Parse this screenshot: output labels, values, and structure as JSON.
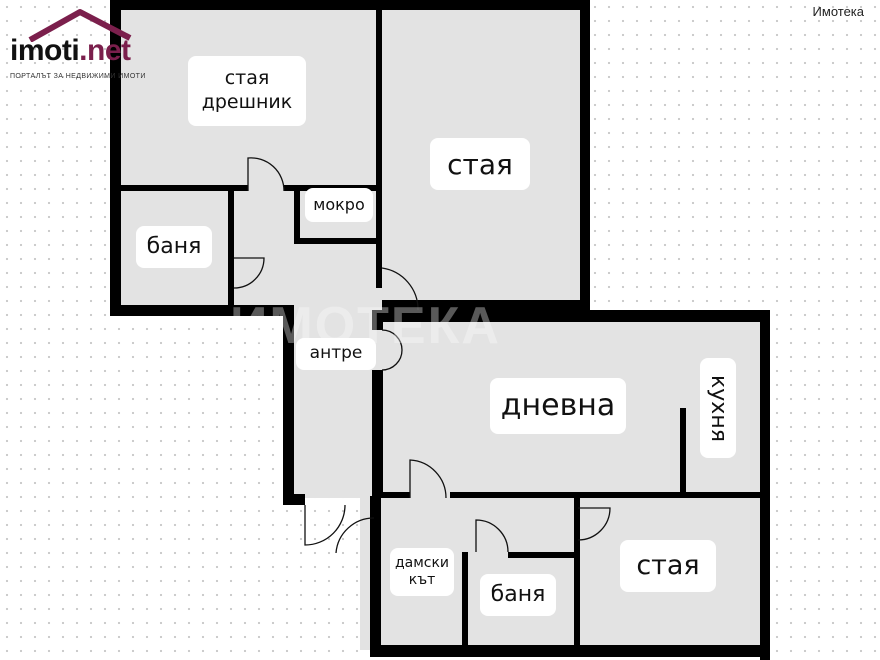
{
  "header": {
    "logo_text_main": "imoti",
    "logo_text_dot": ".net",
    "logo_subtitle": "ПОРТАЛЪТ ЗА НЕДВИЖИМИ ИМОТИ",
    "watermark": "Имотека"
  },
  "center_watermark": "ИМОТЕКА",
  "rooms": {
    "room_walkin": "стая\nдрешник",
    "room_big": "стая",
    "wet_area": "мокро",
    "bath_top": "баня",
    "hallway": "антре",
    "living": "дневна",
    "kitchen": "кухня",
    "ladies_room": "дамски\nкът",
    "bath_bottom": "баня",
    "room_bottom": "стая"
  },
  "colors": {
    "wall": "#000000",
    "floor": "#e3e3e3",
    "brand": "#7b1f4c"
  }
}
